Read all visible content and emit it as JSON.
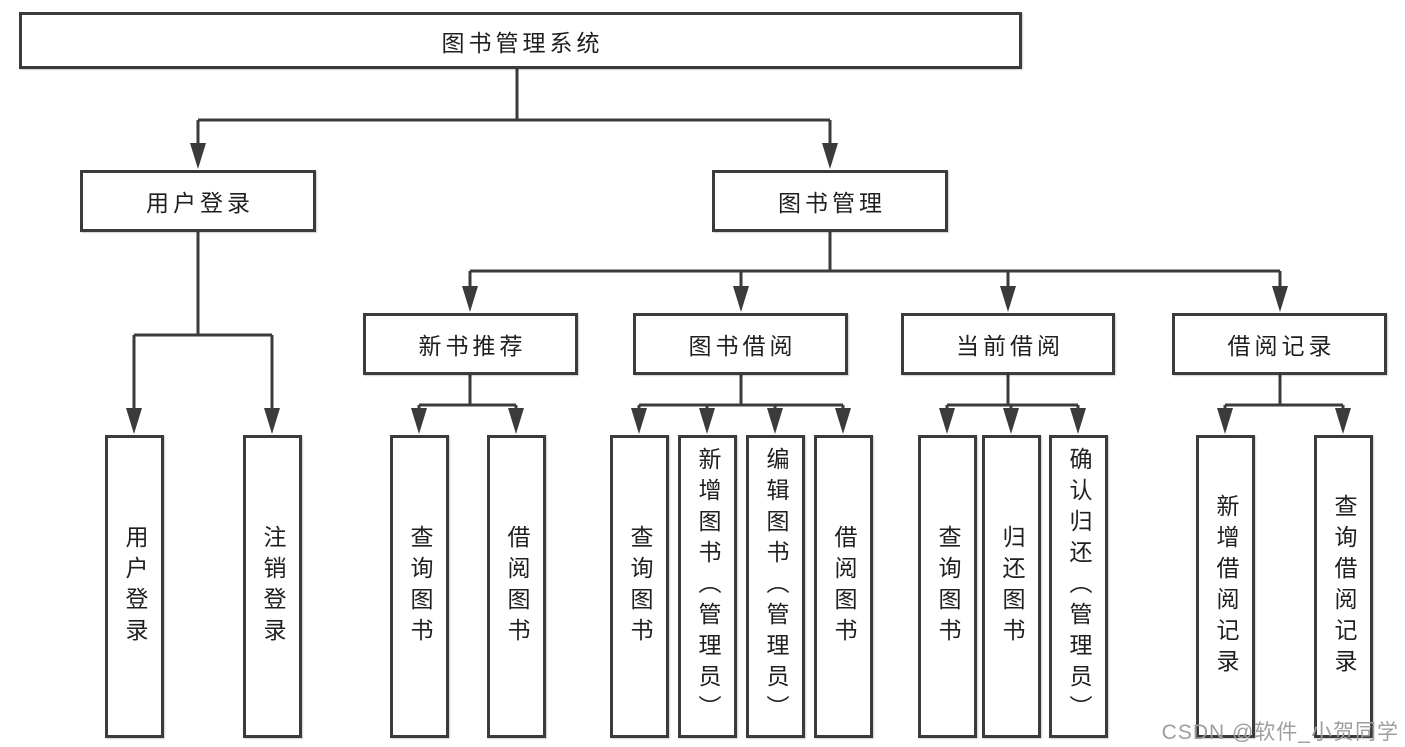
{
  "diagram": {
    "root": "图书管理系统",
    "user_login": {
      "label": "用户登录",
      "children": [
        "用户登录",
        "注销登录"
      ]
    },
    "book_mgmt": {
      "label": "图书管理",
      "groups": [
        {
          "label": "新书推荐",
          "children": [
            "查询图书",
            "借阅图书"
          ]
        },
        {
          "label": "图书借阅",
          "children": [
            "查询图书",
            "新增图书（管理员）",
            "编辑图书（管理员）",
            "借阅图书"
          ]
        },
        {
          "label": "当前借阅",
          "children": [
            "查询图书",
            "归还图书",
            "确认归还（管理员）"
          ]
        },
        {
          "label": "借阅记录",
          "children": [
            "新增借阅记录",
            "查询借阅记录"
          ]
        }
      ]
    },
    "watermark": "CSDN @软件_小贺同学",
    "colors": {
      "line": "#3b3b3b",
      "text": "#1f1f1f",
      "watermark": "#9e9e9e",
      "background": "#ffffff"
    }
  }
}
